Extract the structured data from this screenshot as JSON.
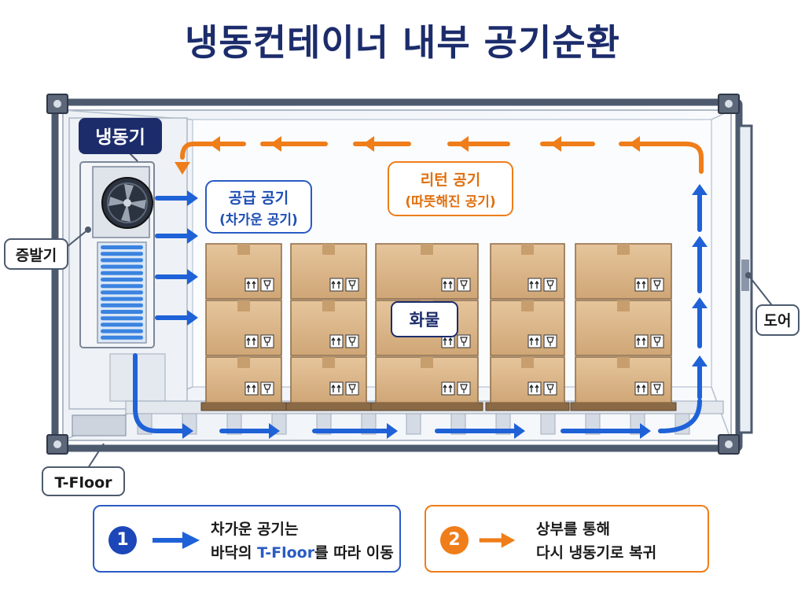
{
  "title": "냉동컨테이너 내부 공기순환",
  "labels": {
    "refrigeration_unit": "냉동기",
    "evaporator": "증발기",
    "tfloor": "T-Floor",
    "door": "도어",
    "cargo": "화물"
  },
  "supply_air": {
    "line1": "공급 공기",
    "line2": "(차가운 공기)"
  },
  "return_air": {
    "line1": "리턴 공기",
    "line2": "(따뜻해진 공기)"
  },
  "legend": [
    {
      "number": "1",
      "line1": "차가운 공기는",
      "line2_before": "바닥의 ",
      "line2_highlight": "T-Floor",
      "line2_after": "를 따라 이동"
    },
    {
      "number": "2",
      "line1": "상부를 통해",
      "line2": "다시 냉동기로 복귀"
    }
  ],
  "colors": {
    "supply": "#1f62d8",
    "return": "#ef7d19",
    "title": "#1c2c6b",
    "container": "#4d5a6e",
    "box": "#d9b48a"
  },
  "icons": [
    "fan-icon",
    "coil-icon",
    "box-handling-icon",
    "corner-casting-icon",
    "arrow-icon"
  ]
}
